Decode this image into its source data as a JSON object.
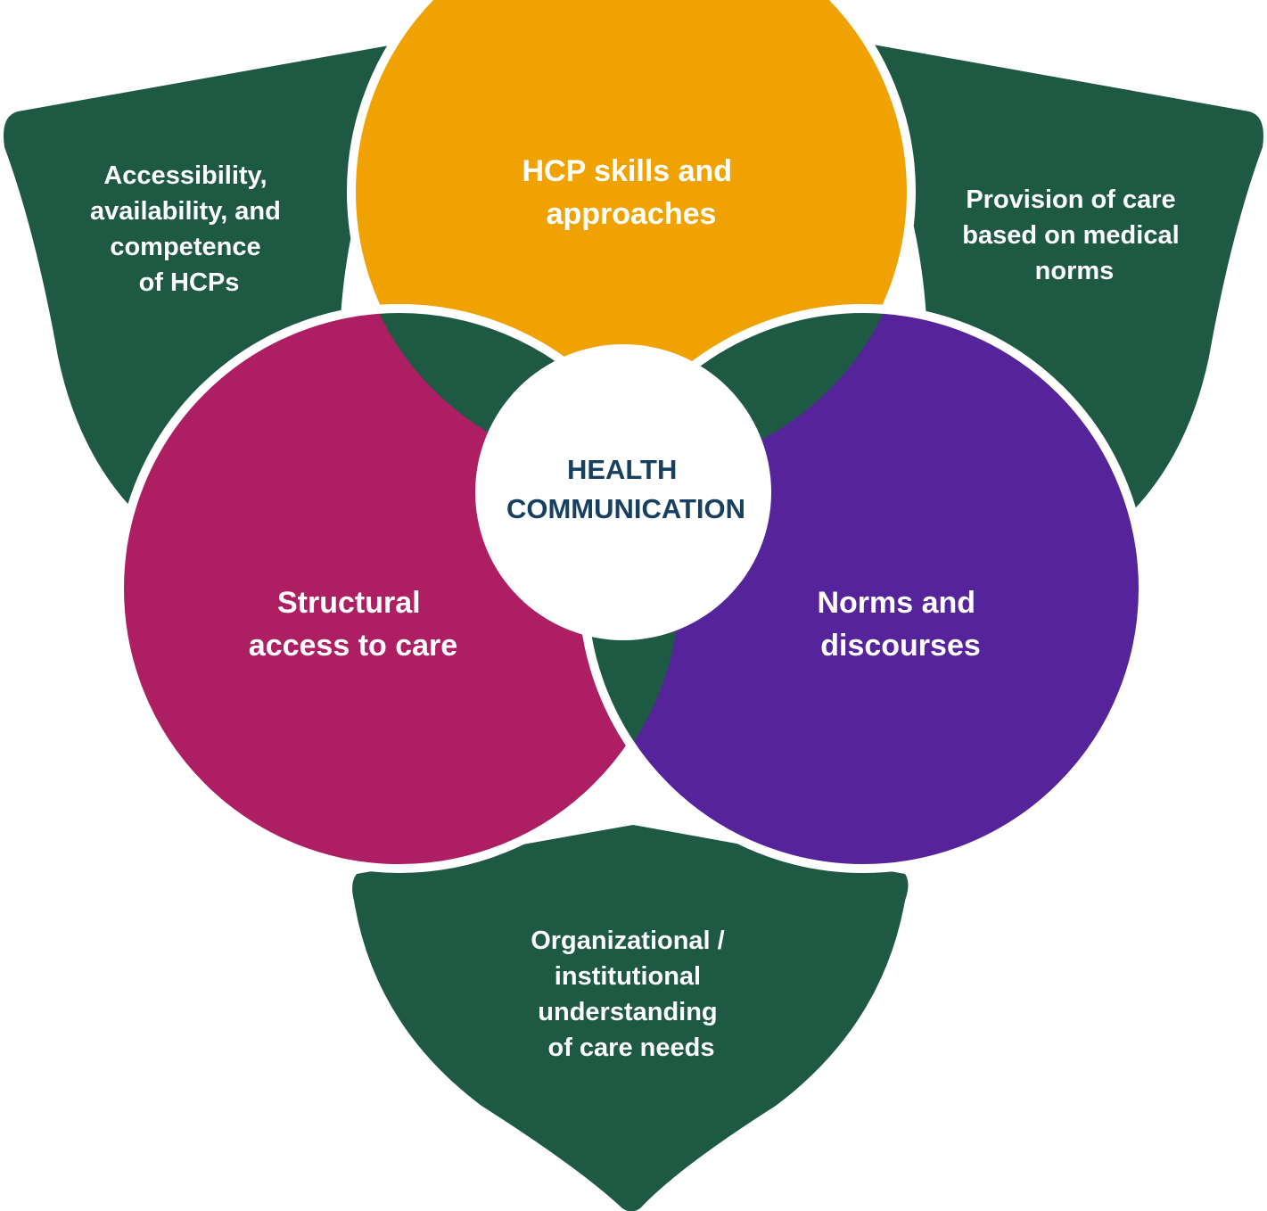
{
  "colors": {
    "background": "#ffffff",
    "outer_petals": "#1e5944",
    "inner_lens": "#1e5944",
    "circle_top": "#f0a202",
    "circle_left": "#ad1e62",
    "circle_right": "#55249b",
    "center": "#ffffff",
    "center_text": "#173f5f",
    "label_text": "#ffffff"
  },
  "center": {
    "lines": [
      "HEALTH",
      "COMMUNICATION"
    ]
  },
  "circles": [
    {
      "id": "top",
      "lines": [
        "HCP skills and",
        "approaches"
      ]
    },
    {
      "id": "left",
      "lines": [
        "Structural",
        "access to care"
      ]
    },
    {
      "id": "right",
      "lines": [
        "Norms and",
        "discourses"
      ]
    }
  ],
  "petals": [
    {
      "id": "top-left",
      "lines": [
        "Accessibility,",
        "availability, and",
        "competence",
        "of HCPs"
      ]
    },
    {
      "id": "top-right",
      "lines": [
        "Provision of care",
        "based on medical",
        "norms"
      ]
    },
    {
      "id": "bottom",
      "lines": [
        "Organizational /",
        "institutional",
        "understanding",
        "of care needs"
      ]
    }
  ]
}
